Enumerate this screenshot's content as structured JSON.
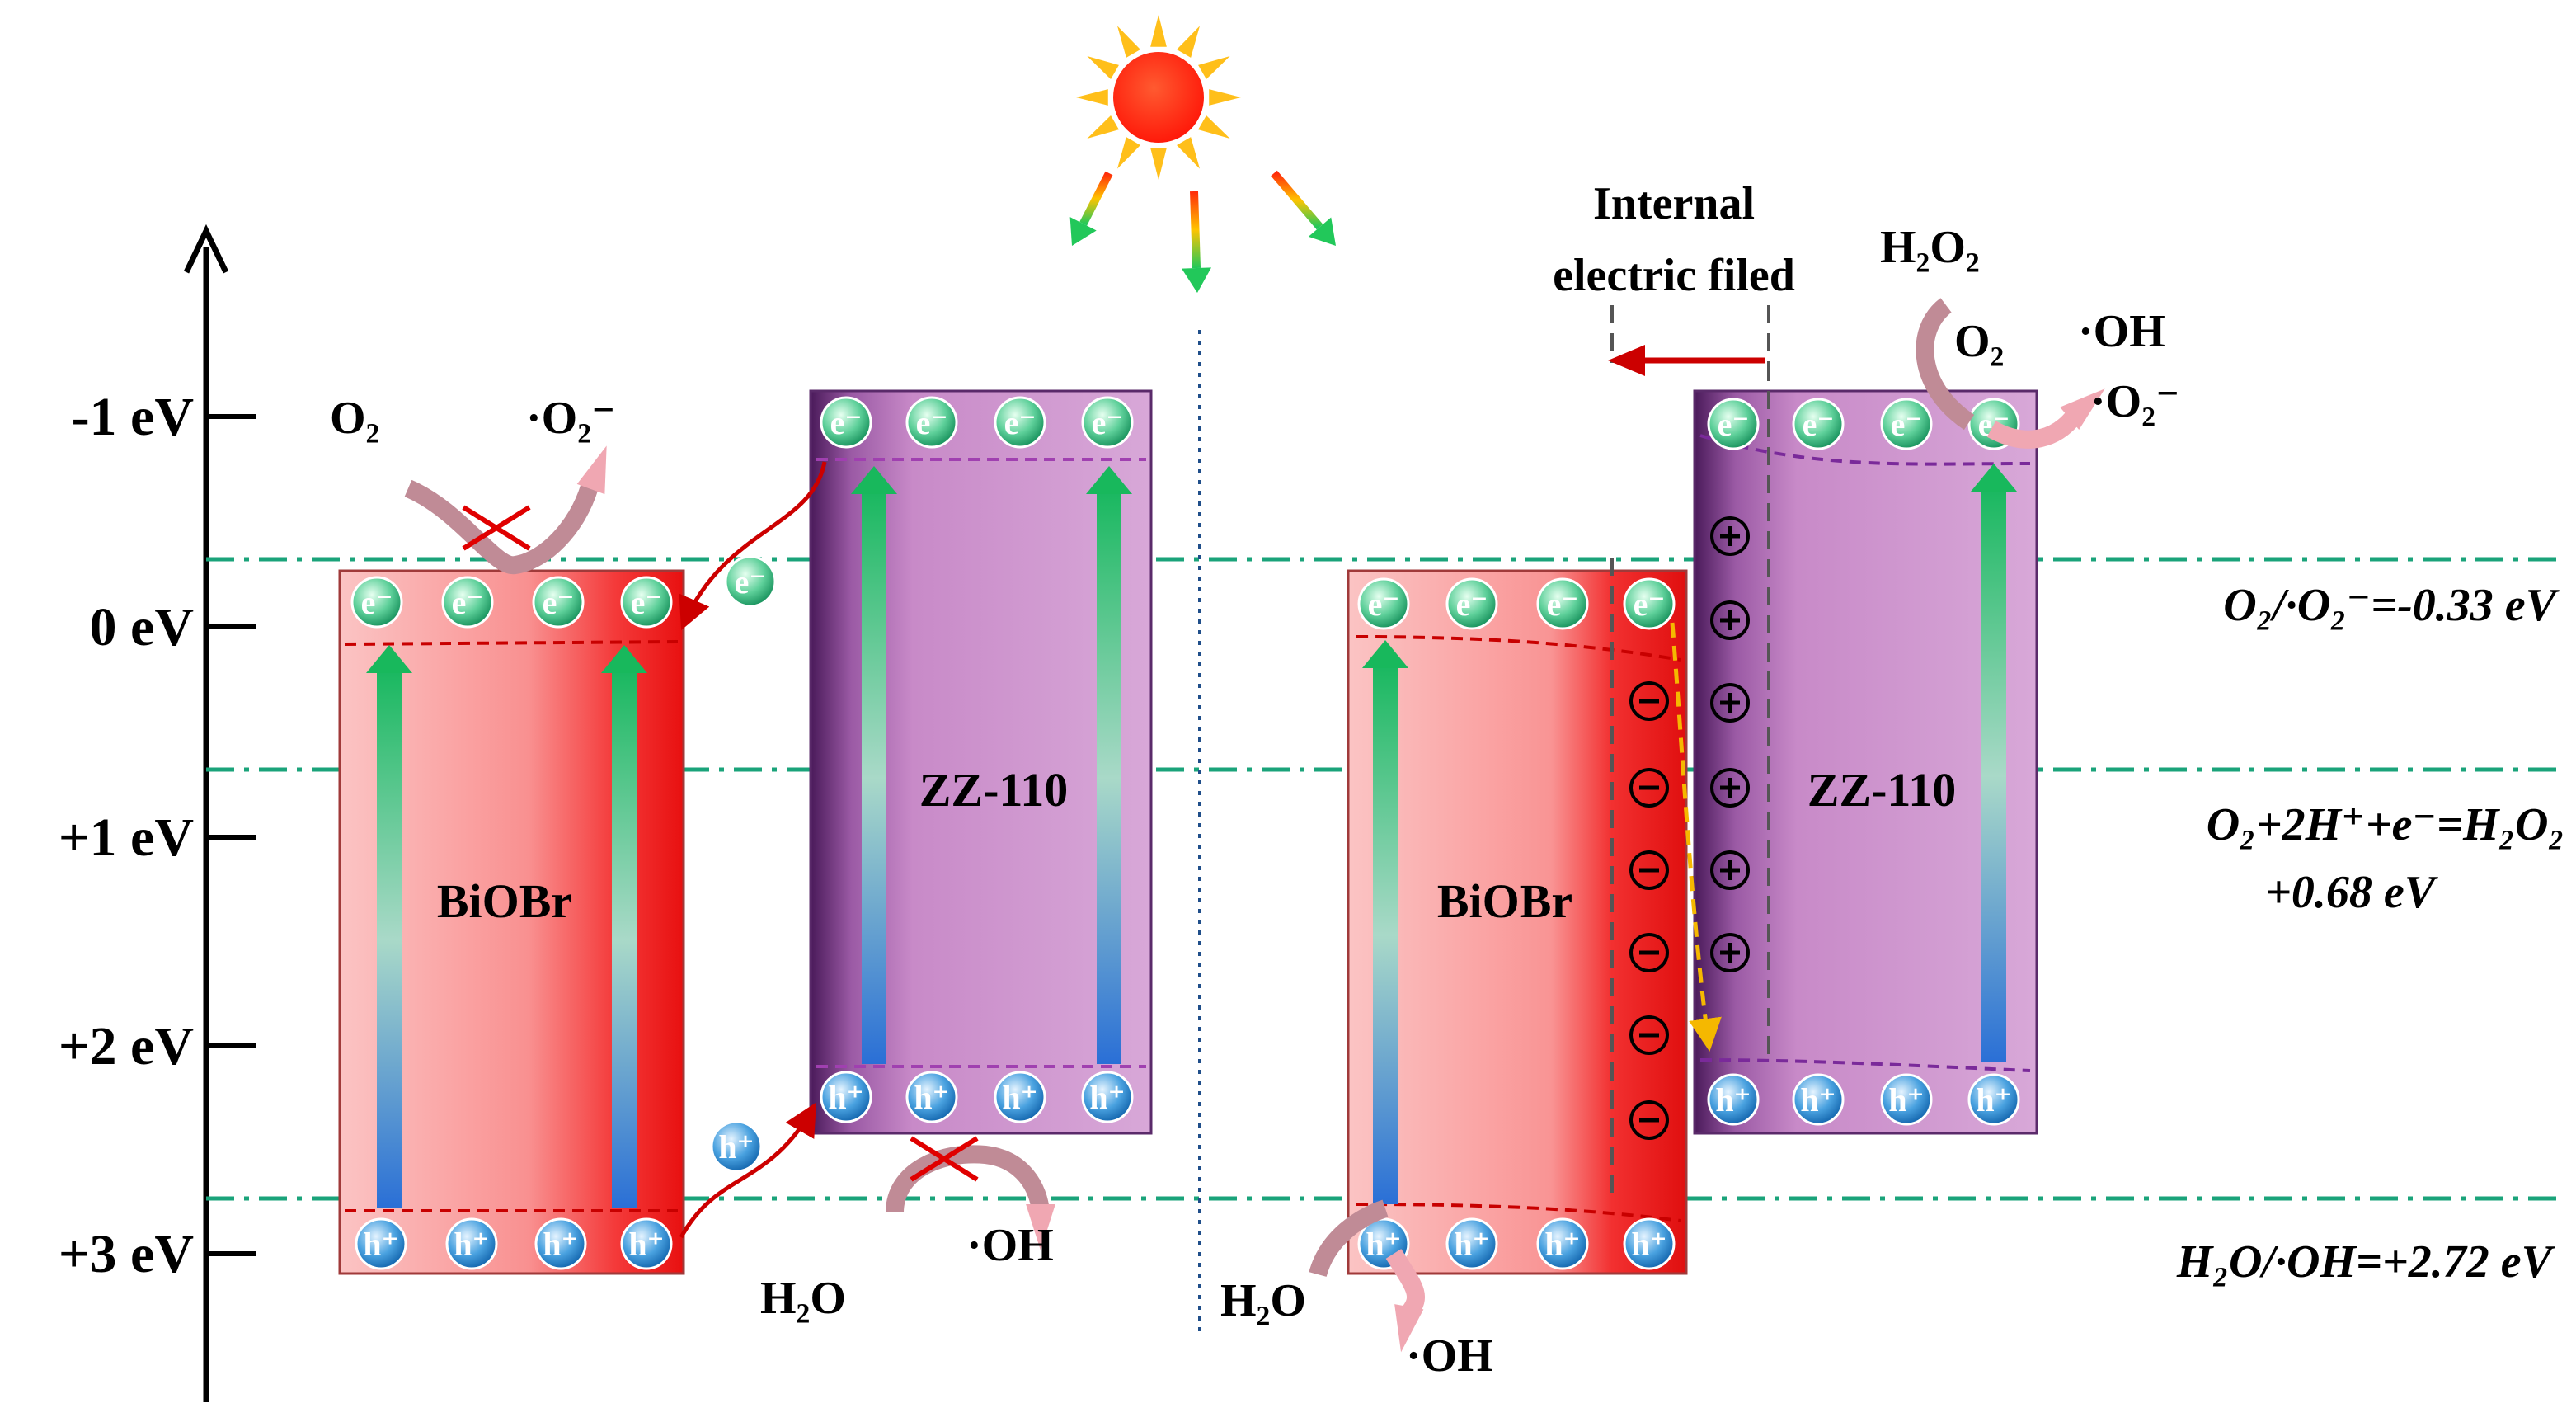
{
  "axis": {
    "ticks": [
      "-1 eV",
      "0 eV",
      "+1 eV",
      "+2 eV",
      "+3 eV"
    ]
  },
  "potentials": {
    "o2_label": "O₂/·O₂⁻=-0.33 eV",
    "h2o2_label_line1": "O₂+2H⁺+e⁻=H₂O₂",
    "h2o2_label_line2": "+0.68 eV",
    "oh_label": "H₂O/·OH=+2.72 eV"
  },
  "materials": {
    "biobr": "BiOBr",
    "zz110": "ZZ-110"
  },
  "species": {
    "o2": "O₂",
    "superoxide": "·O₂⁻",
    "h2o": "H₂O",
    "hydroxyl": "·OH",
    "h2o2": "H₂O₂"
  },
  "carriers": {
    "electron": "e⁻",
    "hole": "h⁺",
    "plus": "+",
    "minus": "−"
  },
  "field": {
    "line1": "Internal",
    "line2": "electric filed"
  },
  "colors": {
    "biobr_red": "#f21c1c",
    "zz110_purple": "#c98bc6",
    "potential_line": "#1aa37a",
    "electron_green": "#1aa06a",
    "hole_blue": "#1a78c2",
    "sun": "#ff1a0a",
    "transfer_arrow": "#cc0000",
    "interface_dash": "#f5b800"
  }
}
